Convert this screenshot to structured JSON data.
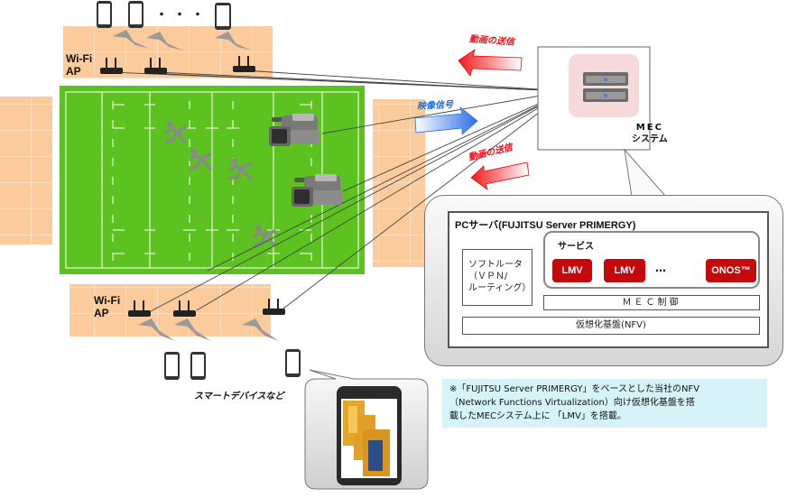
{
  "colors": {
    "field_green": "#5cc21f",
    "field_line": "#e8f5d8",
    "stand_orange": "#fccb9b",
    "stand_grid": "#fbe3c8",
    "arrow_red": "#f01a1a",
    "arrow_blue": "#2a6ee8",
    "service_chip": "#c40a0a",
    "mec_bg": "#f7d8db",
    "note_bg": "#d5f3f9"
  },
  "stadium": {
    "wifi_top_label": [
      "Wi-Fi",
      "AP"
    ],
    "wifi_bottom_label": [
      "Wi-Fi",
      "AP"
    ],
    "top_dots": "・・・",
    "smart_devices_label": "スマートデバイスなど"
  },
  "flows": {
    "top_arrow_label": "動画の送信",
    "middle_arrow_label": "映像信号",
    "bottom_arrow_label": "動画の送信"
  },
  "mec": {
    "label_line1": "MEC",
    "label_line2": "システム"
  },
  "server": {
    "title": "PCサーバ(FUJITSU Server PRIMERGY)",
    "router_lines": [
      "ソフトルータ",
      "（ＶＰＮ/",
      "ルーティング）"
    ],
    "service_title": "サービス",
    "services": [
      "LMV",
      "LMV",
      "ONOS™"
    ],
    "service_ellipsis": "…",
    "mec_control": "ＭＥＣ制御",
    "nfv_base": "仮想化基盤(NFV)"
  },
  "note": {
    "lines": [
      "※「FUJITSU  Server PRIMERGY」をベースとした当社のNFV",
      "（Network Functions Virtualization）向け仮想化基盤を搭",
      "載したMECシステム上に 「LMV」を搭載。"
    ]
  }
}
